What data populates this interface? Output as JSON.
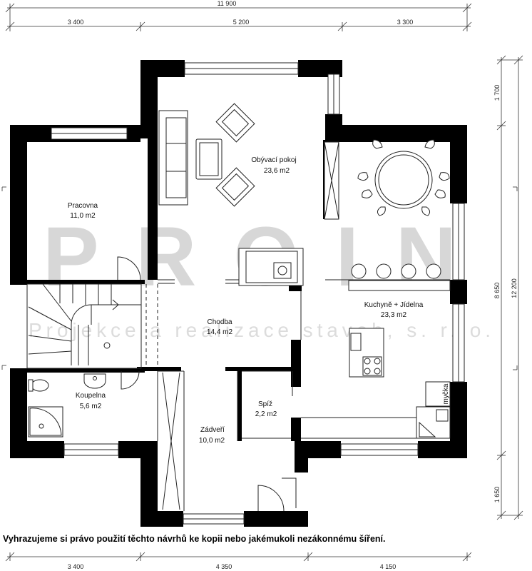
{
  "dimensions": {
    "top_total": "11 900",
    "top_segments": [
      "3 400",
      "5 200",
      "3 300"
    ],
    "bottom_segments": [
      "3 400",
      "4 350",
      "4 150"
    ],
    "right_segments": [
      "1 700",
      "8 650",
      "1 650"
    ],
    "right_total": "12 200"
  },
  "rooms": {
    "living": {
      "name": "Obývací pokoj",
      "area": "23,6 m2"
    },
    "study": {
      "name": "Pracovna",
      "area": "11,0 m2"
    },
    "hall": {
      "name": "Chodba",
      "area": "14,4 m2"
    },
    "kitchen": {
      "name": "Kuchyně + Jídelna",
      "area": "23,3 m2"
    },
    "bathroom": {
      "name": "Koupelna",
      "area": "5,6 m2"
    },
    "pantry": {
      "name": "Spíž",
      "area": "2,2 m2"
    },
    "entrance": {
      "name": "Zádveří",
      "area": "10,0 m2"
    }
  },
  "labels": {
    "sink": "myčka"
  },
  "watermark": {
    "logo": "PROIN",
    "company": "Projekce a realizace staveb, s. r. o."
  },
  "disclaimer": "Vyhrazujeme si právo použití těchto návrhů ke kopii nebo jakémukoli nezákonnému šíření.",
  "colors": {
    "wall": "#000000",
    "line": "#222222",
    "watermark": "#d7d7d7"
  }
}
